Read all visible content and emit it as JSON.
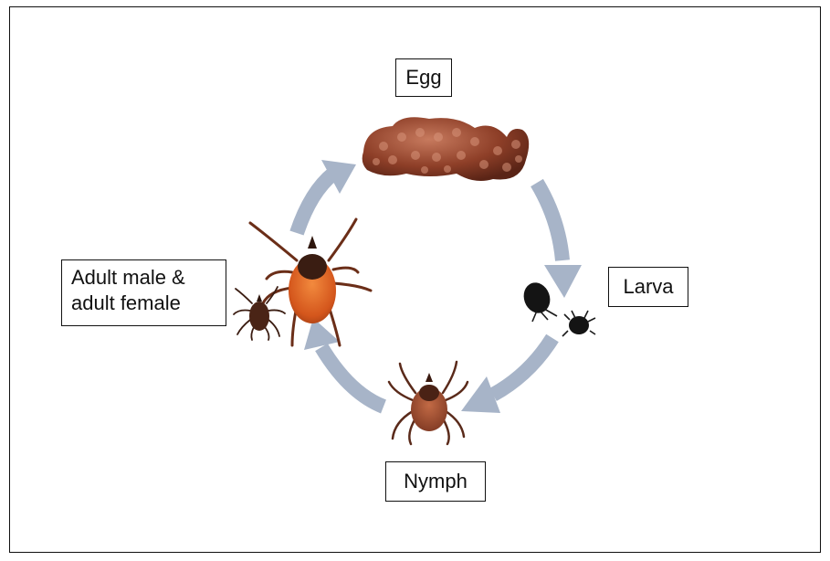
{
  "stages": {
    "egg": "Egg",
    "larva": "Larva",
    "nymph": "Nymph",
    "adult_line1": "Adult male &",
    "adult_line2": "adult female"
  },
  "colors": {
    "arrow": "#a7b4c8",
    "egg": "#8a3c26",
    "larva": "#141414",
    "nymph_body": "#9c4a2e",
    "adult_female_body": "#e06a2a",
    "adult_shield": "#3a1d12",
    "border": "#111111"
  },
  "icons": [
    "egg-cluster-icon",
    "larva-tick-icon",
    "nymph-tick-icon",
    "adult-female-tick-icon",
    "adult-male-tick-icon",
    "cycle-arrow-icon"
  ]
}
